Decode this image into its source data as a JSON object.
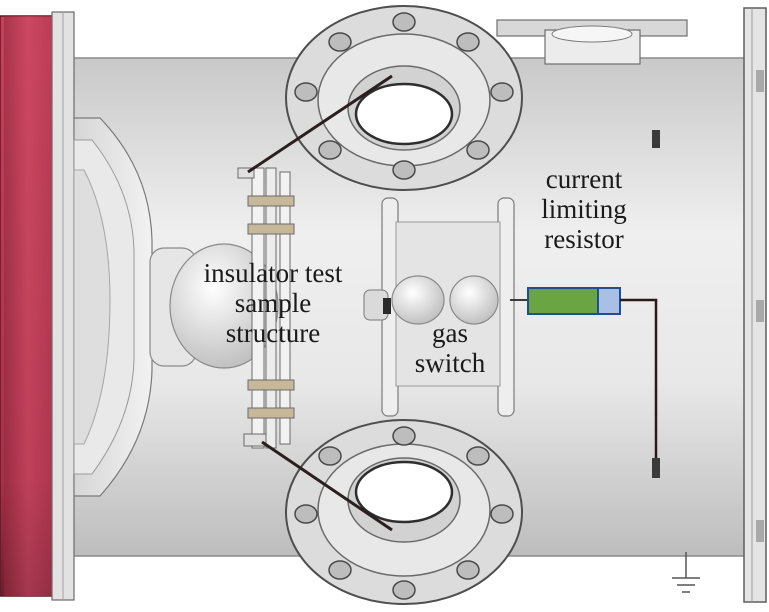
{
  "labels": {
    "insulator": [
      "insulator test",
      "sample",
      "structure"
    ],
    "gas_switch": [
      "gas",
      "switch"
    ],
    "resistor": [
      "current",
      "limiting",
      "resistor"
    ]
  },
  "colors": {
    "end_flange_red": "#c8415c",
    "resistor_green": "#6aa443",
    "resistor_cap_blue": "#a8c0e6",
    "chamber_grey": "#dcdcdc",
    "leader_line": "#2a2020"
  },
  "icons": {
    "ground": "ground-symbol-icon"
  }
}
